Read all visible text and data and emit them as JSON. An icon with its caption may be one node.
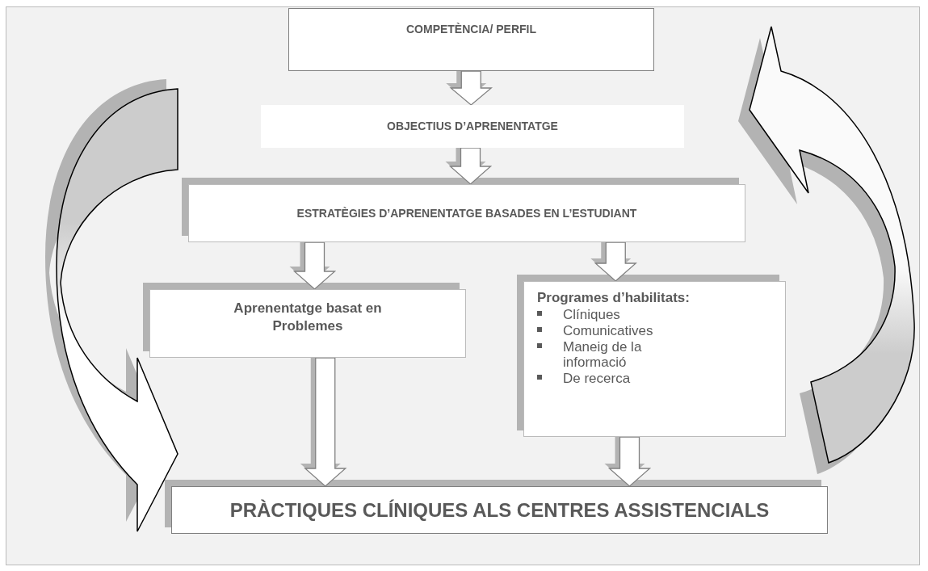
{
  "diagram": {
    "nodes": [
      {
        "text": [
          "COMPETÈNCIA/ PERFIL"
        ]
      },
      {
        "text": [
          "OBJECTIUS D’APRENENTATGE"
        ]
      },
      {
        "text": [
          "ESTRATÈGIES D’APRENENTATGE BASADES EN L’ESTUDIANT"
        ]
      },
      {
        "text": [
          "Aprenentatge basat en Problemes"
        ]
      },
      {
        "text": [
          "Programes d’habilitats:",
          "Clíniques",
          "Comunicatives",
          "Maneig de la informació",
          "De recerca"
        ]
      },
      {
        "text": [
          "PRÀCTIQUES CLÍNIQUES ALS CENTRES ASSISTENCIALS"
        ]
      }
    ],
    "edges": [
      {
        "from": 0,
        "to": 1,
        "arrow": "to"
      },
      {
        "from": 1,
        "to": 2,
        "arrow": "to"
      },
      {
        "from": 2,
        "to": 3,
        "arrow": "to"
      },
      {
        "from": 2,
        "to": 4,
        "arrow": "to"
      },
      {
        "from": 3,
        "to": 5,
        "arrow": "to"
      },
      {
        "from": 4,
        "to": 5,
        "arrow": "to"
      },
      {
        "from": null,
        "to": 5,
        "arrow": "to"
      },
      {
        "from": 5,
        "to": 0,
        "arrow": "to"
      }
    ]
  }
}
